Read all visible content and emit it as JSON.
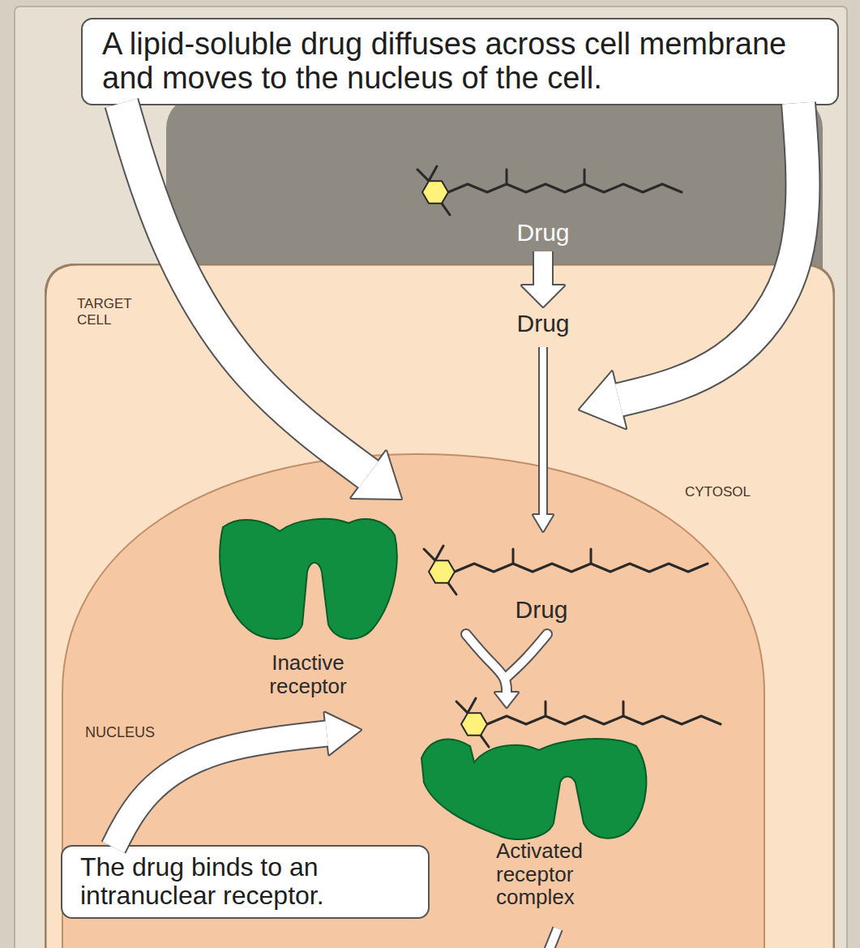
{
  "diagram": {
    "nodes": [
      {
        "text": [
          "A lipid-soluble drug diffuses across cell membrane and moves to the nucleus of the cell."
        ]
      },
      {
        "text": [
          "TARGET CELL"
        ]
      },
      {
        "text": [
          "NUCLEUS"
        ],
        "in": 1
      },
      {
        "text": [
          "The drug binds to an intranuclear receptor."
        ]
      }
    ],
    "labels": [
      "Drug",
      "Drug",
      "Drug",
      "CYTOSOL",
      "Inactive receptor",
      "Activated receptor complex"
    ]
  }
}
